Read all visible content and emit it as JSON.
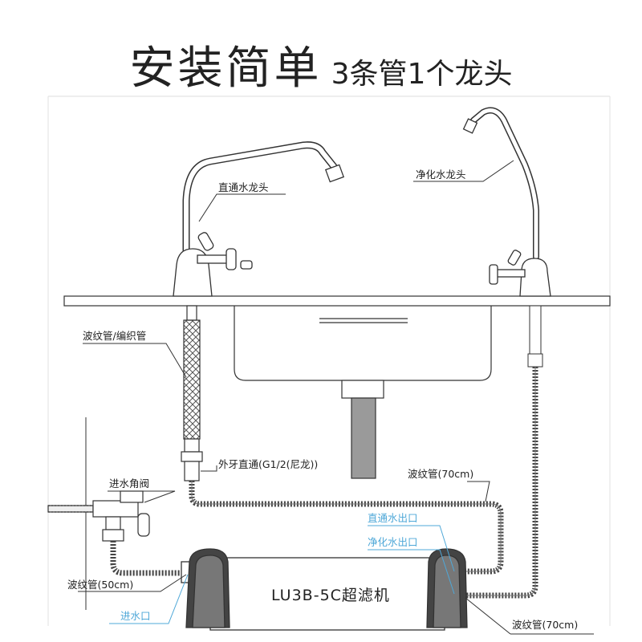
{
  "title": {
    "main": "安装简单",
    "sub": "3条管1个龙头"
  },
  "labels": {
    "direct_faucet": "直通水龙头",
    "purified_faucet": "净化水龙头",
    "braided_hose": "波纹管/编织管",
    "male_connector": "外牙直通(G1/2(尼龙))",
    "inlet_angle_valve": "进水角阀",
    "hose_70_top": "波纹管(70cm)",
    "direct_outlet": "直通水出口",
    "purified_outlet": "净化水出口",
    "hose_50": "波纹管(50cm)",
    "inlet": "进水口",
    "hose_70_bottom": "波纹管(70cm)",
    "unit_model": "LU3B-5C超滤机"
  },
  "colors": {
    "line": "#333333",
    "accent_blue": "#4fa8d8"
  }
}
